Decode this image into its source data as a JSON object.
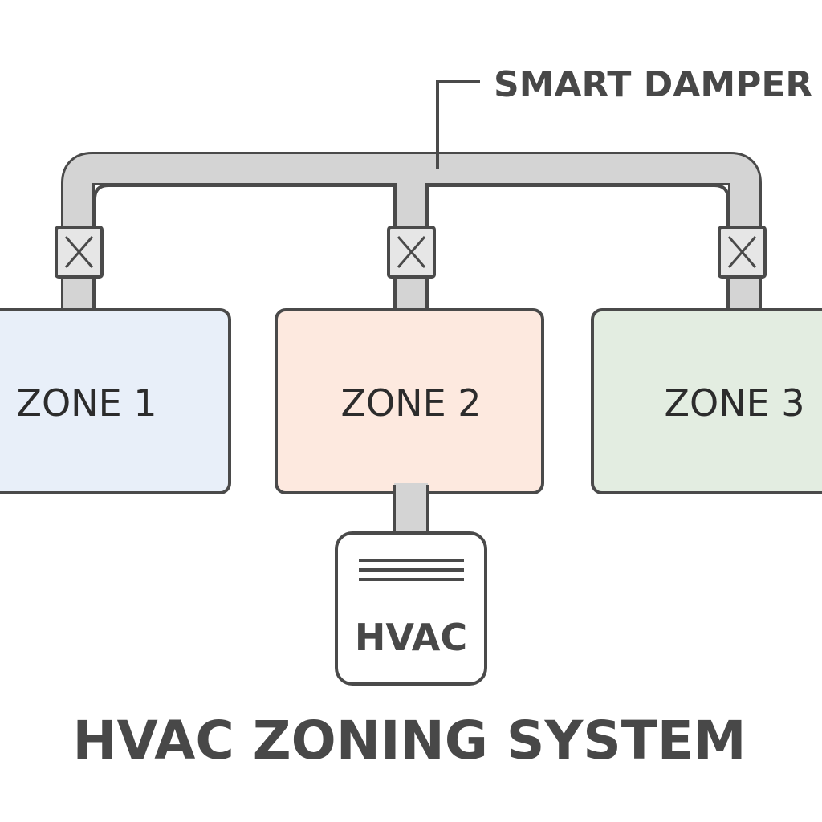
{
  "callout": {
    "label": "SMART DAMPER"
  },
  "zones": [
    {
      "label": "ZONE 1",
      "fill": "#e8eff9"
    },
    {
      "label": "ZONE 2",
      "fill": "#fde9df"
    },
    {
      "label": "ZONE 3",
      "fill": "#e3ede1"
    }
  ],
  "unit": {
    "label": "HVAC"
  },
  "title": "HVAC ZONING SYSTEM",
  "colors": {
    "stroke": "#4a4a4a",
    "duct_fill": "#d4d4d4",
    "text": "#484848",
    "background": "#ffffff"
  },
  "icons": {
    "damper": "damper-x-box-icon",
    "unit_vents": "vent-lines-icon"
  }
}
